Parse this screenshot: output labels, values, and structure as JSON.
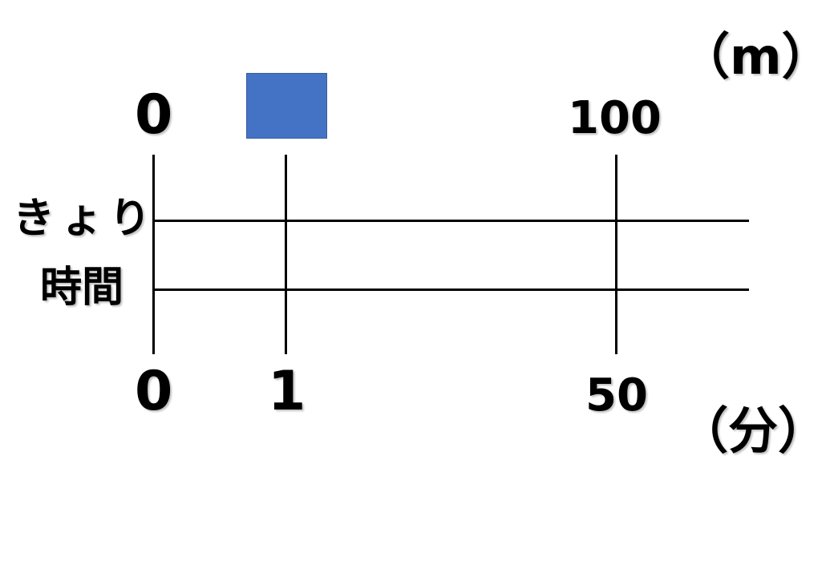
{
  "distance_label": "きょり",
  "time_label": "時間",
  "distance_unit": "（m）",
  "time_unit": "（分）",
  "distance_ticks": [
    "0",
    "100"
  ],
  "time_ticks": [
    "0",
    "1",
    "50"
  ],
  "unknown_box": {
    "color": "#4472C4"
  },
  "line_color": "#000000"
}
